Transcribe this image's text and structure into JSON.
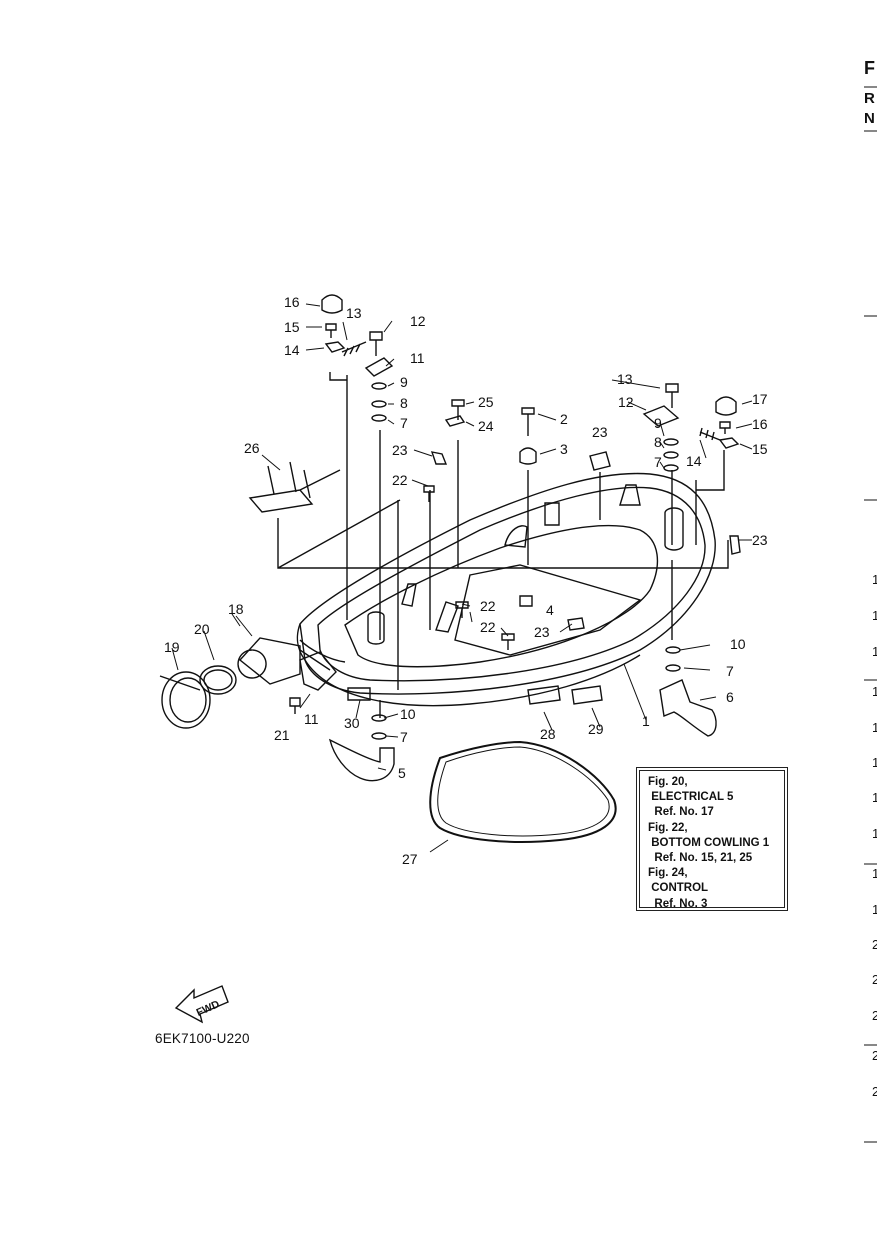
{
  "diagram": {
    "part_labels": [
      "1",
      "2",
      "3",
      "4",
      "5",
      "6",
      "7",
      "7",
      "7",
      "7",
      "8",
      "8",
      "9",
      "9",
      "10",
      "10",
      "11",
      "11",
      "12",
      "12",
      "13",
      "13",
      "14",
      "14",
      "15",
      "15",
      "16",
      "16",
      "17",
      "18",
      "19",
      "20",
      "21",
      "22",
      "22",
      "22",
      "23",
      "23",
      "23",
      "23",
      "24",
      "25",
      "26",
      "27",
      "28",
      "29",
      "30"
    ],
    "reference_note": {
      "lines": [
        "Fig. 20,",
        " ELECTRICAL 5",
        "  Ref. No. 17",
        "Fig. 22,",
        " BOTTOM COWLING 1",
        "  Ref. No. 15, 21, 25",
        "Fig. 24,",
        " CONTROL",
        "  Ref. No. 3"
      ]
    },
    "fwd_label": "FWD",
    "drawing_code": "6EK7100-U220"
  },
  "page_edge": {
    "letters": [
      "F",
      "R",
      "N"
    ],
    "numbers": [
      "1",
      "1",
      "1",
      "1",
      "1",
      "1",
      "1",
      "1",
      "1",
      "1",
      "2",
      "2",
      "2",
      "2",
      "2"
    ]
  }
}
